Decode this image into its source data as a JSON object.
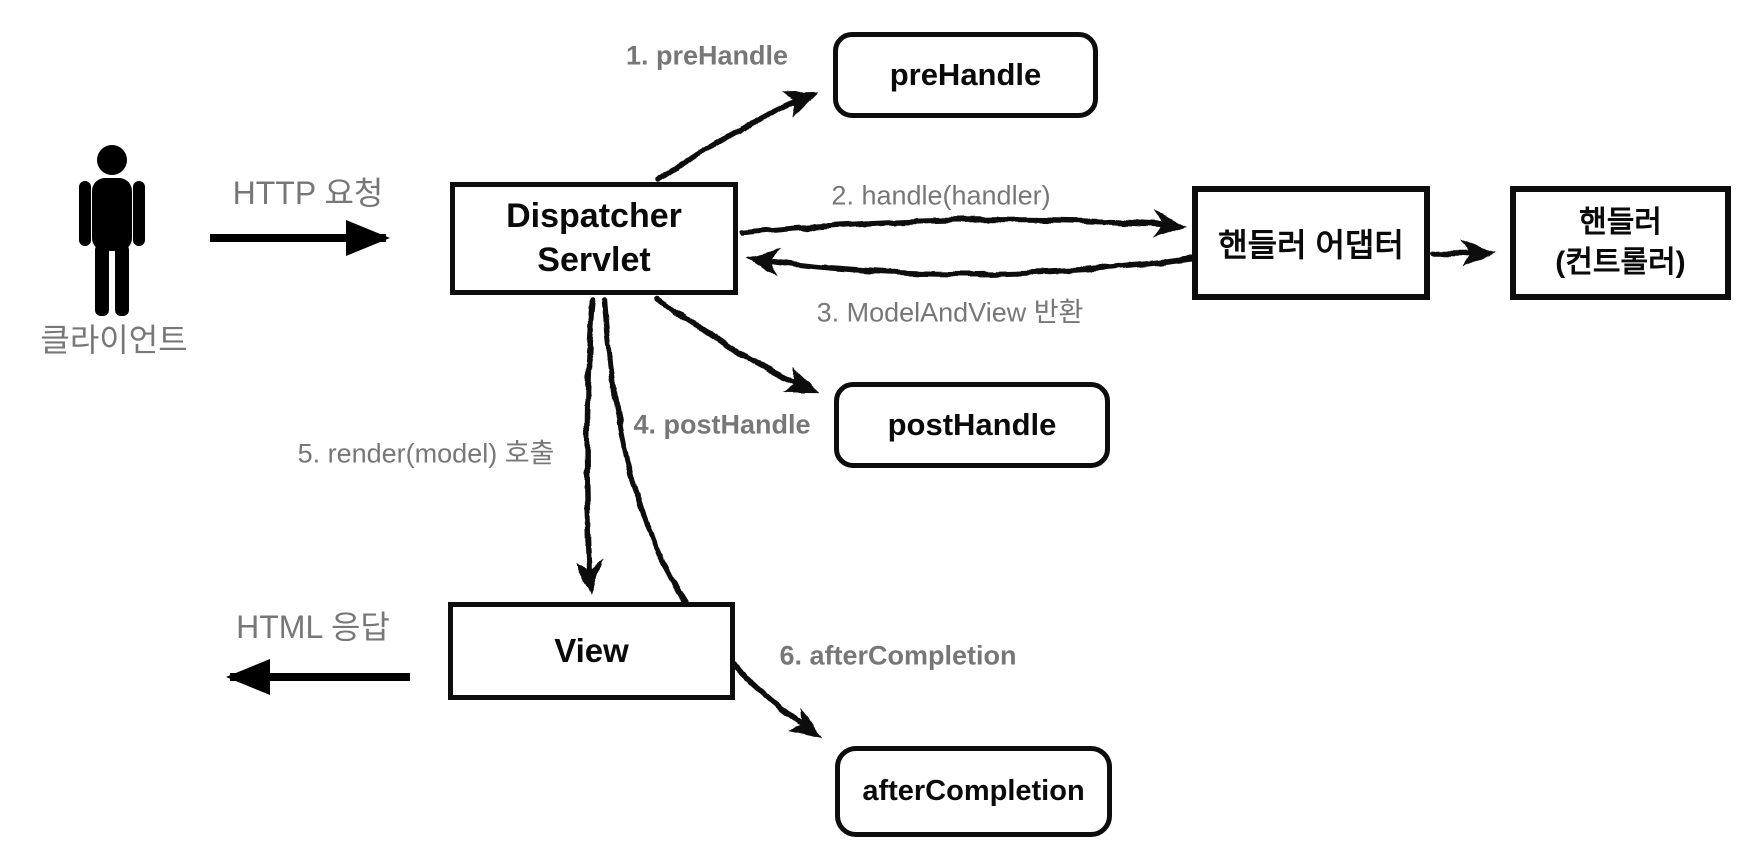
{
  "client": {
    "label": "클라이언트"
  },
  "labels": {
    "http_request": "HTTP 요청",
    "html_response": "HTML 응답",
    "step1": "1. preHandle",
    "step2": "2. handle(handler)",
    "step3": "3. ModelAndView 반환",
    "step4": "4. postHandle",
    "step5": "5. render(model) 호출",
    "step6": "6. afterCompletion"
  },
  "nodes": {
    "dispatcher_servlet": {
      "line1": "Dispatcher",
      "line2": "Servlet"
    },
    "pre_handle": {
      "label": "preHandle"
    },
    "post_handle": {
      "label": "postHandle"
    },
    "after_completion": {
      "label": "afterCompletion"
    },
    "handler_adapter": {
      "label": "핸들러 어댑터"
    },
    "handler": {
      "line1": "핸들러",
      "line2": "(컨트롤러)"
    },
    "view": {
      "label": "View"
    }
  },
  "icons": {
    "client": "person-icon"
  },
  "colors": {
    "ink": "#0d0d0d",
    "label_gray": "#777777",
    "background": "#ffffff"
  }
}
